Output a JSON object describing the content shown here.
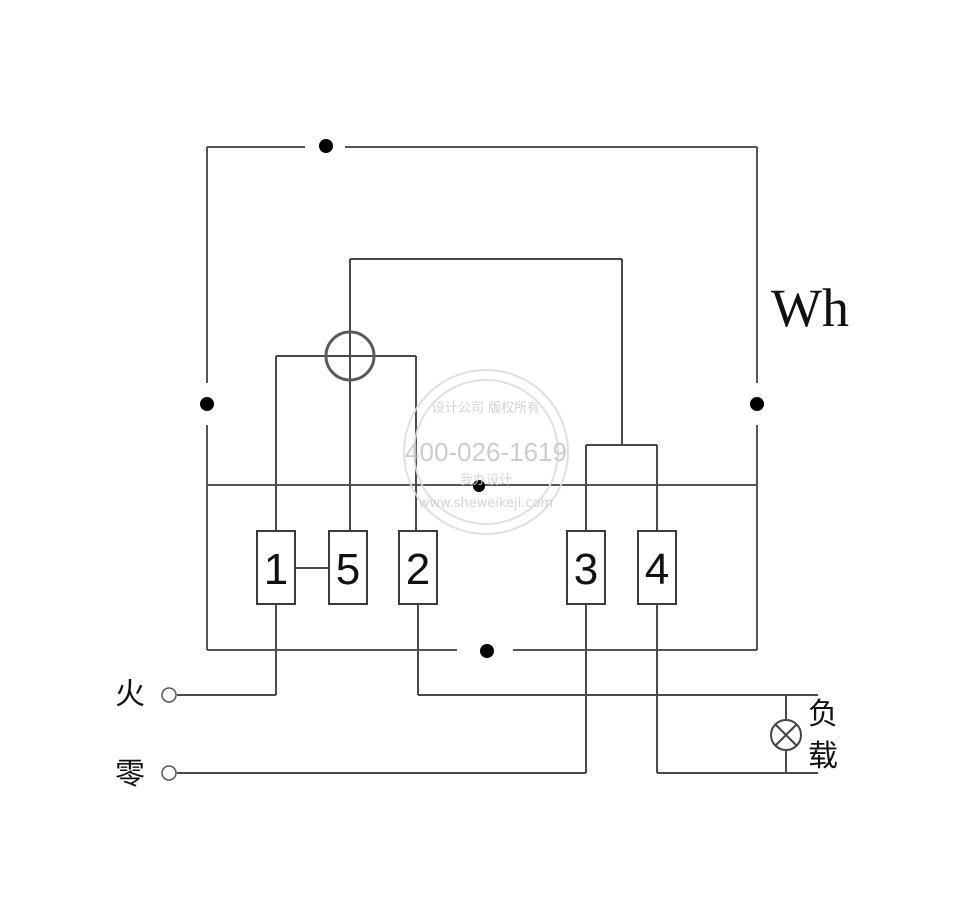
{
  "meter": {
    "unit_label": "Wh",
    "terminals": [
      "1",
      "5",
      "2",
      "3",
      "4"
    ]
  },
  "labels": {
    "live": "火",
    "neutral": "零",
    "load_1": "负",
    "load_2": "载"
  },
  "watermark": {
    "phone": "400-026-1619",
    "top_text": "设计公司 版权所有",
    "middle_text": "我办设计",
    "url": "www.sheweikeji.com"
  }
}
